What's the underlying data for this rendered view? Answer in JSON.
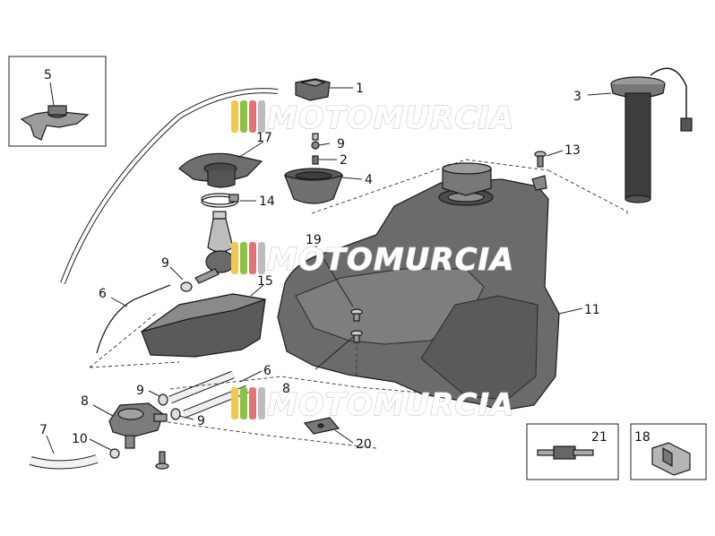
{
  "watermark": {
    "brand": "MOTOMURCIA"
  },
  "callouts": [
    {
      "id": "1",
      "text": "1"
    },
    {
      "id": "2",
      "text": "2"
    },
    {
      "id": "3",
      "text": "3"
    },
    {
      "id": "4",
      "text": "4"
    },
    {
      "id": "5",
      "text": "5"
    },
    {
      "id": "6a",
      "text": "6"
    },
    {
      "id": "6b",
      "text": "6"
    },
    {
      "id": "7",
      "text": "7"
    },
    {
      "id": "8",
      "text": "8"
    },
    {
      "id": "8b",
      "text": "8"
    },
    {
      "id": "9a",
      "text": "9"
    },
    {
      "id": "9b",
      "text": "9"
    },
    {
      "id": "9c",
      "text": "9"
    },
    {
      "id": "9d",
      "text": "9"
    },
    {
      "id": "10",
      "text": "10"
    },
    {
      "id": "11",
      "text": "11"
    },
    {
      "id": "13",
      "text": "13"
    },
    {
      "id": "14",
      "text": "14"
    },
    {
      "id": "15",
      "text": "15"
    },
    {
      "id": "17",
      "text": "17"
    },
    {
      "id": "18",
      "text": "18"
    },
    {
      "id": "19",
      "text": "19"
    },
    {
      "id": "20",
      "text": "20"
    },
    {
      "id": "21",
      "text": "21"
    }
  ],
  "colors": {
    "part_fill": "#6e6e6e",
    "part_light": "#a8a8a8",
    "part_dark": "#3c3c3c",
    "line": "#1a1a1a",
    "wm_stripes": [
      "#f2c94c",
      "#8bc34a",
      "#e57373",
      "#bdbdbd"
    ]
  }
}
